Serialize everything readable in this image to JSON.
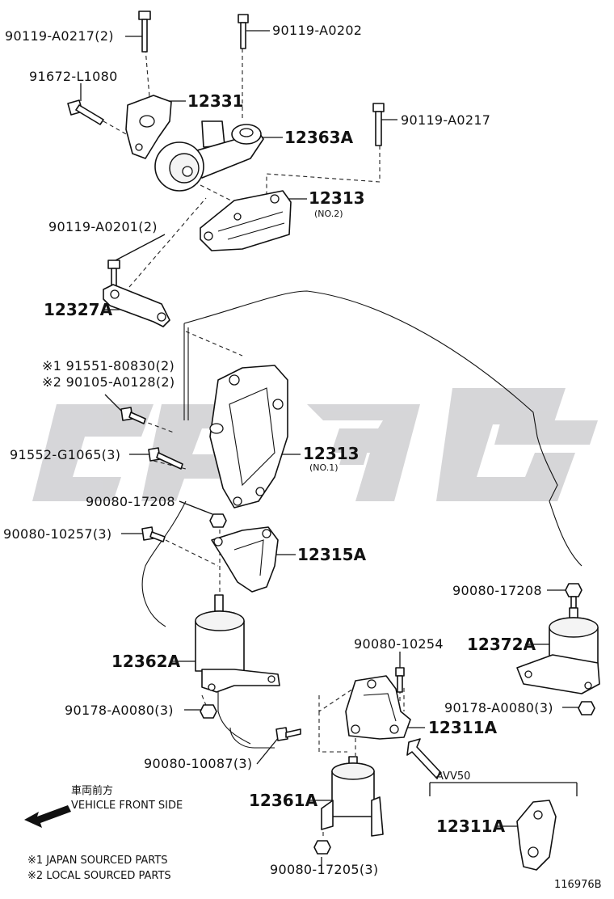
{
  "labels": {
    "bolt_90119_A0217_2": "90119-A0217(2)",
    "bolt_90119_A0202": "90119-A0202",
    "bolt_91672_L1080": "91672-L1080",
    "part_12331": "12331",
    "part_12363A": "12363A",
    "bolt_90119_A0217": "90119-A0217",
    "part_12313_no2": "12313",
    "sub_no2": "(NO.2)",
    "bolt_90119_A0201_2": "90119-A0201(2)",
    "part_12327A": "12327A",
    "bolt_91551_80830_2": "※1 91551-80830(2)",
    "bolt_90105_A0128_2": "※2 90105-A0128(2)",
    "bolt_91552_G1065_3": "91552-G1065(3)",
    "part_12313_no1": "12313",
    "sub_no1": "(NO.1)",
    "nut_90080_17208_a": "90080-17208",
    "bolt_90080_10257_3": "90080-10257(3)",
    "part_12315A": "12315A",
    "nut_90080_17208_b": "90080-17208",
    "part_12372A": "12372A",
    "bolt_90080_10254": "90080-10254",
    "part_12362A": "12362A",
    "nut_90178_A0080_3_a": "90178-A0080(3)",
    "nut_90178_A0080_3_b": "90178-A0080(3)",
    "part_12311A": "12311A",
    "bolt_90080_10087_3": "90080-10087(3)",
    "variant_avv50": "AVV50",
    "part_12361A": "12361A",
    "part_12311A_variant": "12311A",
    "nut_90080_17205_3": "90080-17205(3)",
    "front_jp": "車両前方",
    "front_en": "VEHICLE FRONT SIDE",
    "note1": "※1 JAPAN SOURCED PARTS",
    "note2": "※2 LOCAL SOURCED PARTS",
    "figure_id": "116976B"
  },
  "colors": {
    "line": "#111111",
    "watermark": "#cfcfd2"
  },
  "icons": {
    "direction": "front-arrow-icon"
  }
}
